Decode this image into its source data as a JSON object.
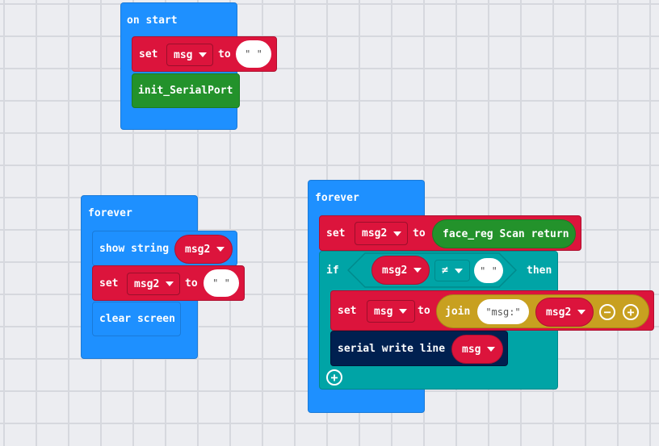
{
  "colors": {
    "event": "#1e90ff",
    "variable": "#dc143c",
    "custom": "#23922b",
    "logic": "#00a4a6",
    "serial": "#002050",
    "text": "#c8a020"
  },
  "on_start": {
    "title": "on start",
    "set_label": "set",
    "var": "msg",
    "to_label": "to",
    "value": "\" \"",
    "call": "init_SerialPort"
  },
  "forever_left": {
    "title": "forever",
    "show_label": "show string",
    "show_var": "msg2",
    "set_label": "set",
    "set_var": "msg2",
    "to_label": "to",
    "value": "\" \"",
    "clear_label": "clear screen"
  },
  "forever_right": {
    "title": "forever",
    "set1_label": "set",
    "set1_var": "msg2",
    "to1_label": "to",
    "face_label": "face_reg Scan return",
    "if_label": "if",
    "cmp_var": "msg2",
    "op": "≠",
    "cmp_value": "\" \"",
    "then_label": "then",
    "set2_label": "set",
    "set2_var": "msg",
    "to2_label": "to",
    "join_label": "join",
    "join_str": "\"msg:\"",
    "join_var": "msg2",
    "serial_label": "serial write line",
    "serial_var": "msg"
  },
  "icons": {
    "minus": "−",
    "plus": "+"
  }
}
